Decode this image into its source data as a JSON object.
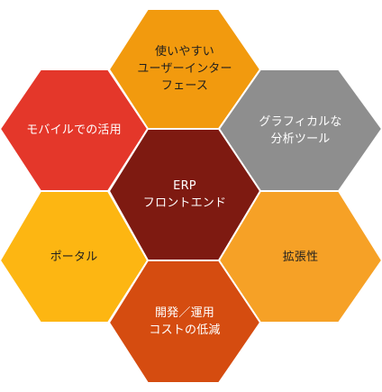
{
  "diagram": {
    "nodes": [
      {
        "id": "top",
        "text": "使いやすい\nユーザーインター\nフェース",
        "color": "#F29A0E",
        "text_color": "dark"
      },
      {
        "id": "upper-left",
        "text": "モバイルでの活用",
        "color": "#E4372A",
        "text_color": "white"
      },
      {
        "id": "upper-right",
        "text": "グラフィカルな\n分析ツール",
        "color": "#8E8E8E",
        "text_color": "white"
      },
      {
        "id": "center",
        "text": "ERP\nフロントエンド",
        "color": "#7E1A11",
        "text_color": "white"
      },
      {
        "id": "lower-left",
        "text": "ポータル",
        "color": "#FDB612",
        "text_color": "dark"
      },
      {
        "id": "lower-right",
        "text": "拡張性",
        "color": "#F6A126",
        "text_color": "dark"
      },
      {
        "id": "bottom",
        "text": "開発／運用\nコストの低減",
        "color": "#D54C10",
        "text_color": "white"
      }
    ]
  }
}
